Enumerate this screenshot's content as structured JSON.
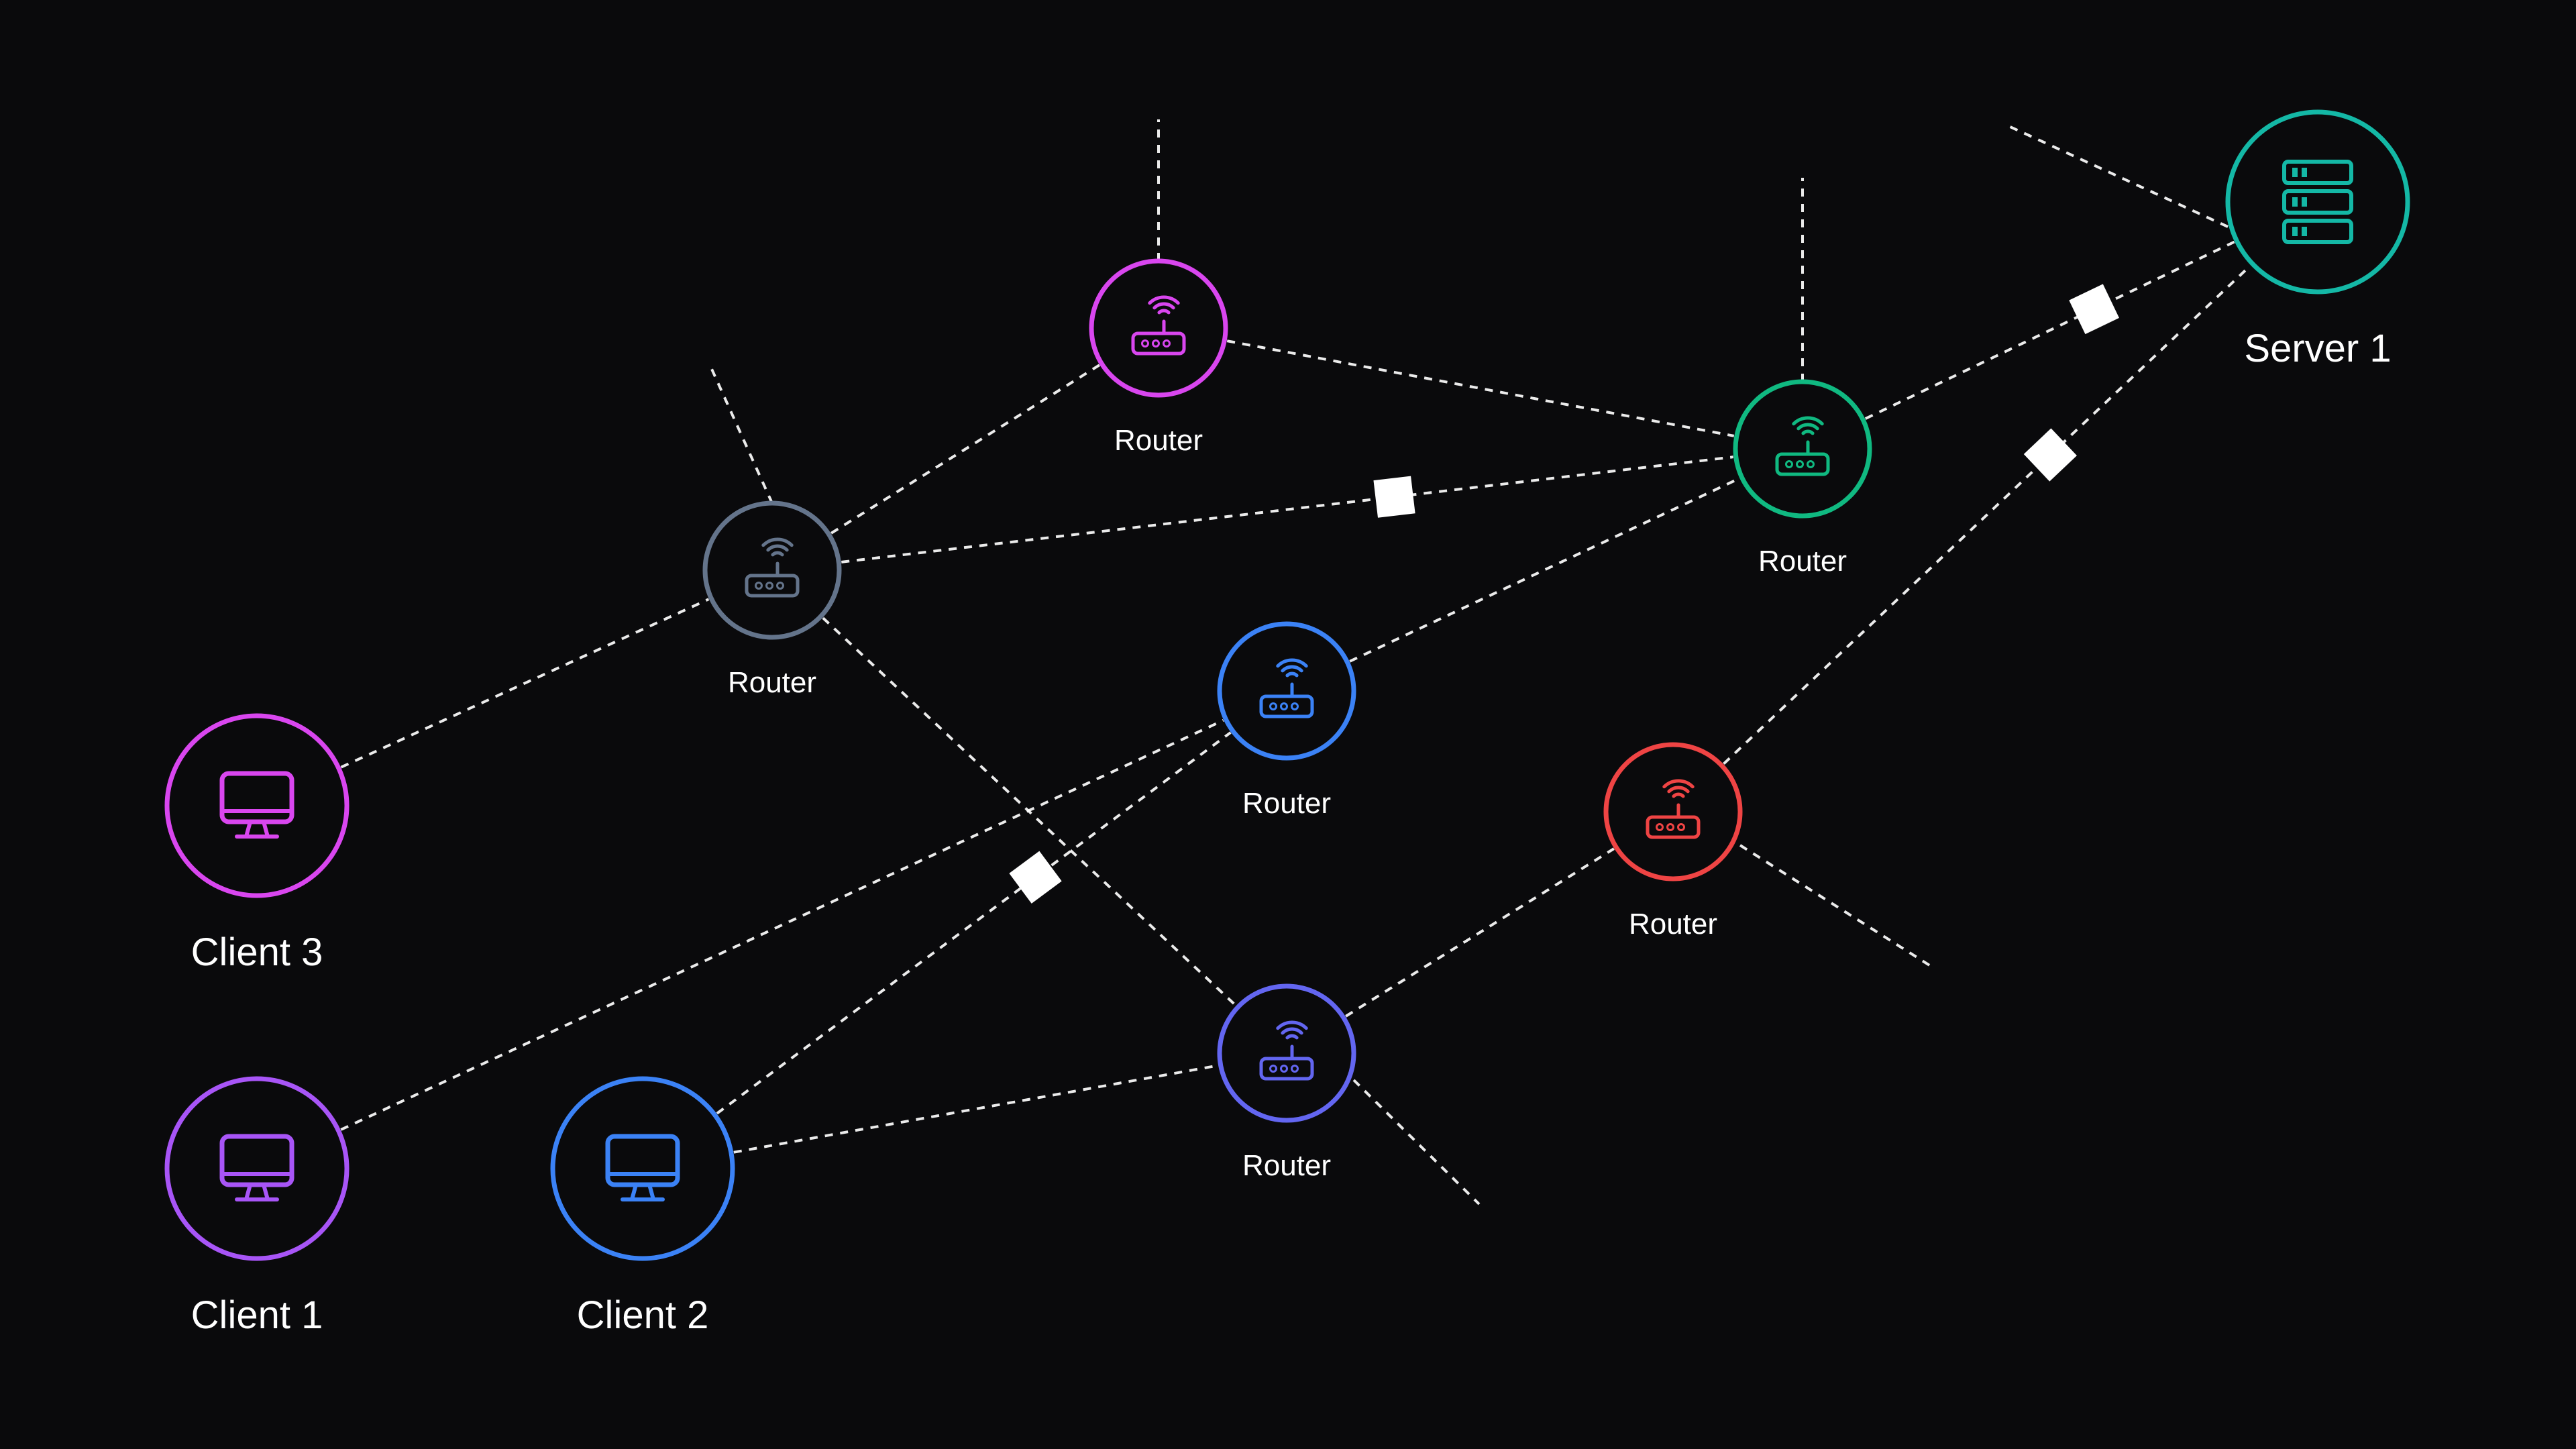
{
  "colors": {
    "background": "#0a0a0c",
    "magenta": "#d946ef",
    "violet": "#a855f7",
    "blue": "#3b82f6",
    "indigo": "#6366f1",
    "gray": "#64748b",
    "green": "#10b981",
    "red": "#ef4444",
    "teal": "#14b8a6",
    "link": "#ffffff"
  },
  "nodes": [
    {
      "id": "client3",
      "kind": "client",
      "label": "Client 3",
      "color": "#d946ef",
      "icon": "monitor-icon"
    },
    {
      "id": "client1",
      "kind": "client",
      "label": "Client 1",
      "color": "#a855f7",
      "icon": "monitor-icon"
    },
    {
      "id": "client2",
      "kind": "client",
      "label": "Client 2",
      "color": "#3b82f6",
      "icon": "monitor-icon"
    },
    {
      "id": "router_gray",
      "kind": "router",
      "label": "Router",
      "color": "#64748b",
      "icon": "router-icon"
    },
    {
      "id": "router_magenta",
      "kind": "router",
      "label": "Router",
      "color": "#d946ef",
      "icon": "router-icon"
    },
    {
      "id": "router_blue",
      "kind": "router",
      "label": "Router",
      "color": "#3b82f6",
      "icon": "router-icon"
    },
    {
      "id": "router_indigo",
      "kind": "router",
      "label": "Router",
      "color": "#6366f1",
      "icon": "router-icon"
    },
    {
      "id": "router_green",
      "kind": "router",
      "label": "Router",
      "color": "#10b981",
      "icon": "router-icon"
    },
    {
      "id": "router_red",
      "kind": "router",
      "label": "Router",
      "color": "#ef4444",
      "icon": "router-icon"
    },
    {
      "id": "server1",
      "kind": "server",
      "label": "Server 1",
      "color": "#14b8a6",
      "icon": "server-icon"
    }
  ],
  "links": [
    {
      "from": "client3",
      "to": "router_gray"
    },
    {
      "from": "router_gray",
      "to": "router_magenta"
    },
    {
      "from": "router_gray",
      "to": "router_green",
      "packet": true
    },
    {
      "from": "router_gray",
      "to": "router_indigo"
    },
    {
      "from": "router_magenta",
      "to": "router_green"
    },
    {
      "from": "client1",
      "to": "router_blue"
    },
    {
      "from": "client2",
      "to": "router_blue",
      "packet": true
    },
    {
      "from": "client2",
      "to": "router_indigo"
    },
    {
      "from": "router_blue",
      "to": "router_green"
    },
    {
      "from": "router_indigo",
      "to": "router_red"
    },
    {
      "from": "router_green",
      "to": "server1",
      "packet": true
    },
    {
      "from": "router_red",
      "to": "server1",
      "packet": true
    }
  ]
}
